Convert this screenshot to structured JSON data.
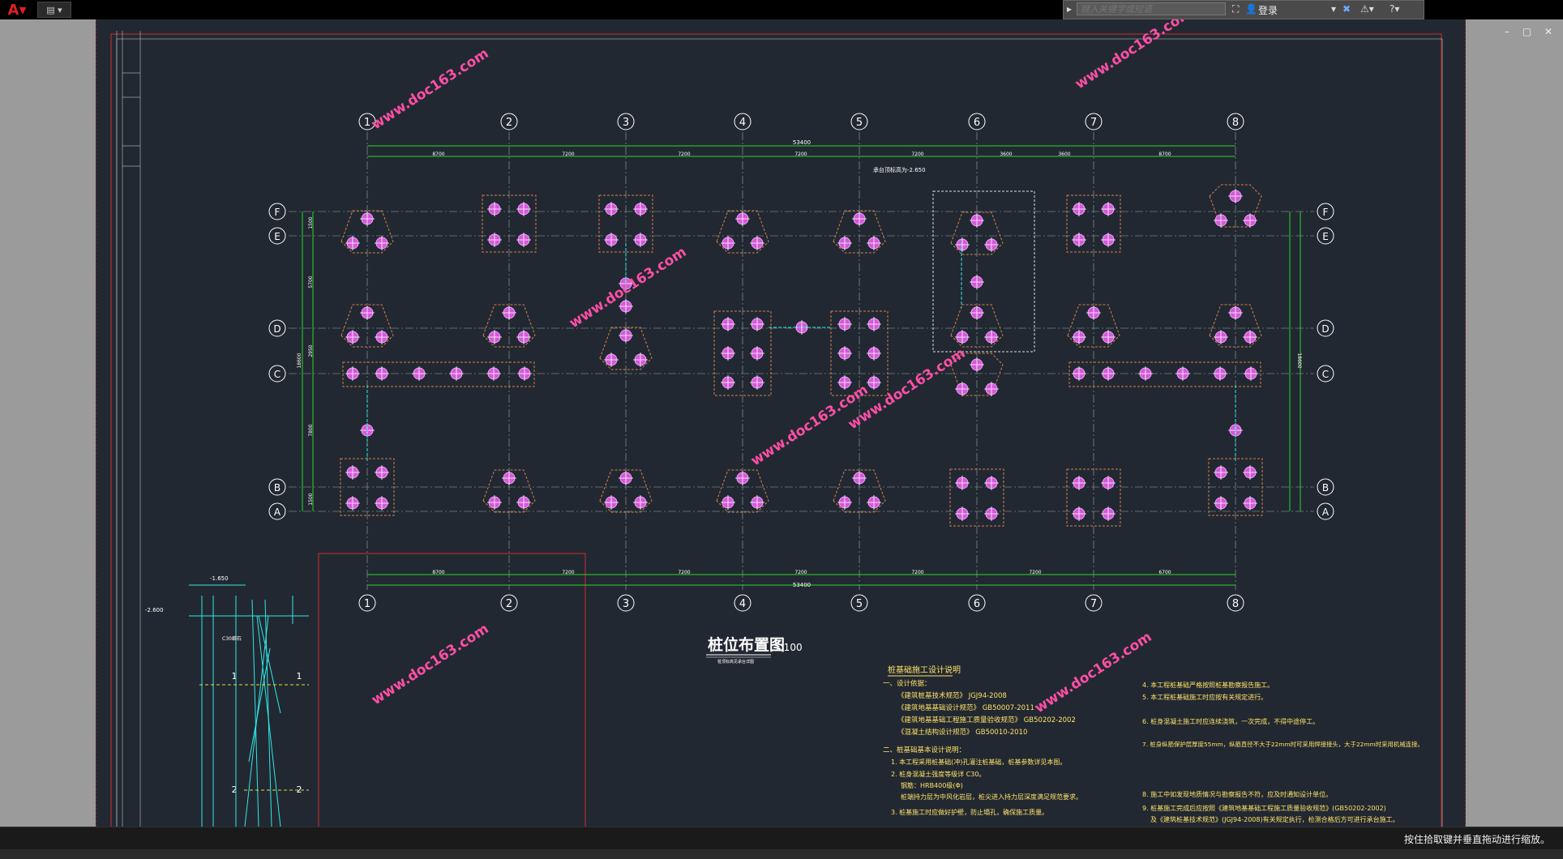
{
  "toolbar": {
    "app_icon": "autocad-logo-icon",
    "quick_access": "quick-access-icon",
    "search_placeholder": "键入关键字或短语",
    "login_label": "登录",
    "help_icon": "help-icon"
  },
  "drawing": {
    "title": "桩位布置图",
    "scale": "1:100",
    "subtitle": "桩顶标高见承台详图",
    "axes_numbers": [
      "1",
      "2",
      "3",
      "4",
      "5",
      "6",
      "7",
      "8"
    ],
    "axes_letters": [
      "F",
      "E",
      "D",
      "C",
      "B",
      "A"
    ],
    "total_dim": "53400",
    "top_dims": [
      "8700",
      "7200",
      "7200",
      "7200",
      "7200",
      "3600",
      "3600",
      "8700"
    ],
    "bottom_dims": [
      "8700",
      "7200",
      "7200",
      "7200",
      "7200",
      "7200",
      "6700"
    ],
    "left_dims": [
      "1500",
      "5700",
      "2950",
      "7800",
      "1500"
    ],
    "left_total": "18600",
    "right_total": "18600",
    "elevation_note": "承台顶标高为-2.650",
    "section_labels": [
      "1",
      "1",
      "2",
      "2"
    ],
    "section_elev_1": "-1.650",
    "section_elev_2": "-2.600",
    "section_note": "C30细石",
    "watermark": "www.doc163.com"
  },
  "notes": {
    "heading": "桩基础施工设计说明",
    "sec1": "一、设计依据：",
    "refs": [
      "《建筑桩基技术规范》 JGJ94-2008",
      "《建筑地基基础设计规范》 GB50007-2011",
      "《建筑地基基础工程施工质量验收规范》 GB50202-2002",
      "《混凝土结构设计规范》 GB50010-2010"
    ],
    "sec2": "二、桩基础基本设计说明：",
    "items_left": [
      "1. 本工程采用桩基础(冲)孔灌注桩基础，桩基参数详见本图。",
      "2. 桩身混凝土强度等级详 C30。",
      "钢筋：HRB400级(Φ)",
      "桩端持力层为中风化岩层，桩尖进入持力层深度满足规范要求。",
      "3. 桩基施工时应做好护壁，防止塌孔，确保施工质量。"
    ],
    "items_right": [
      "4. 本工程桩基础严格按照桩基勘察报告施工。",
      "5. 本工程桩基础施工时应按有关规定进行。",
      "6. 桩身混凝土施工时应连续浇筑，一次完成，不得中途停工。",
      "7. 桩身纵筋保护层厚度55mm，纵筋直径不大于22mm时可采用焊接接头，大于22mm时采用机械连接。",
      "8. 施工中如发现地质情况与勘察报告不符，应及时通知设计单位。",
      "9. 桩基施工完成后应按照《建筑地基基础工程施工质量验收规范》(GB50202-2002)",
      "及《建筑桩基技术规范》(JGJ94-2008)有关规定执行，检测合格后方可进行承台施工。"
    ]
  },
  "status": {
    "message": "按住拾取键并垂直拖动进行缩放。"
  },
  "window": {
    "controls": "– ▢ ✕"
  }
}
